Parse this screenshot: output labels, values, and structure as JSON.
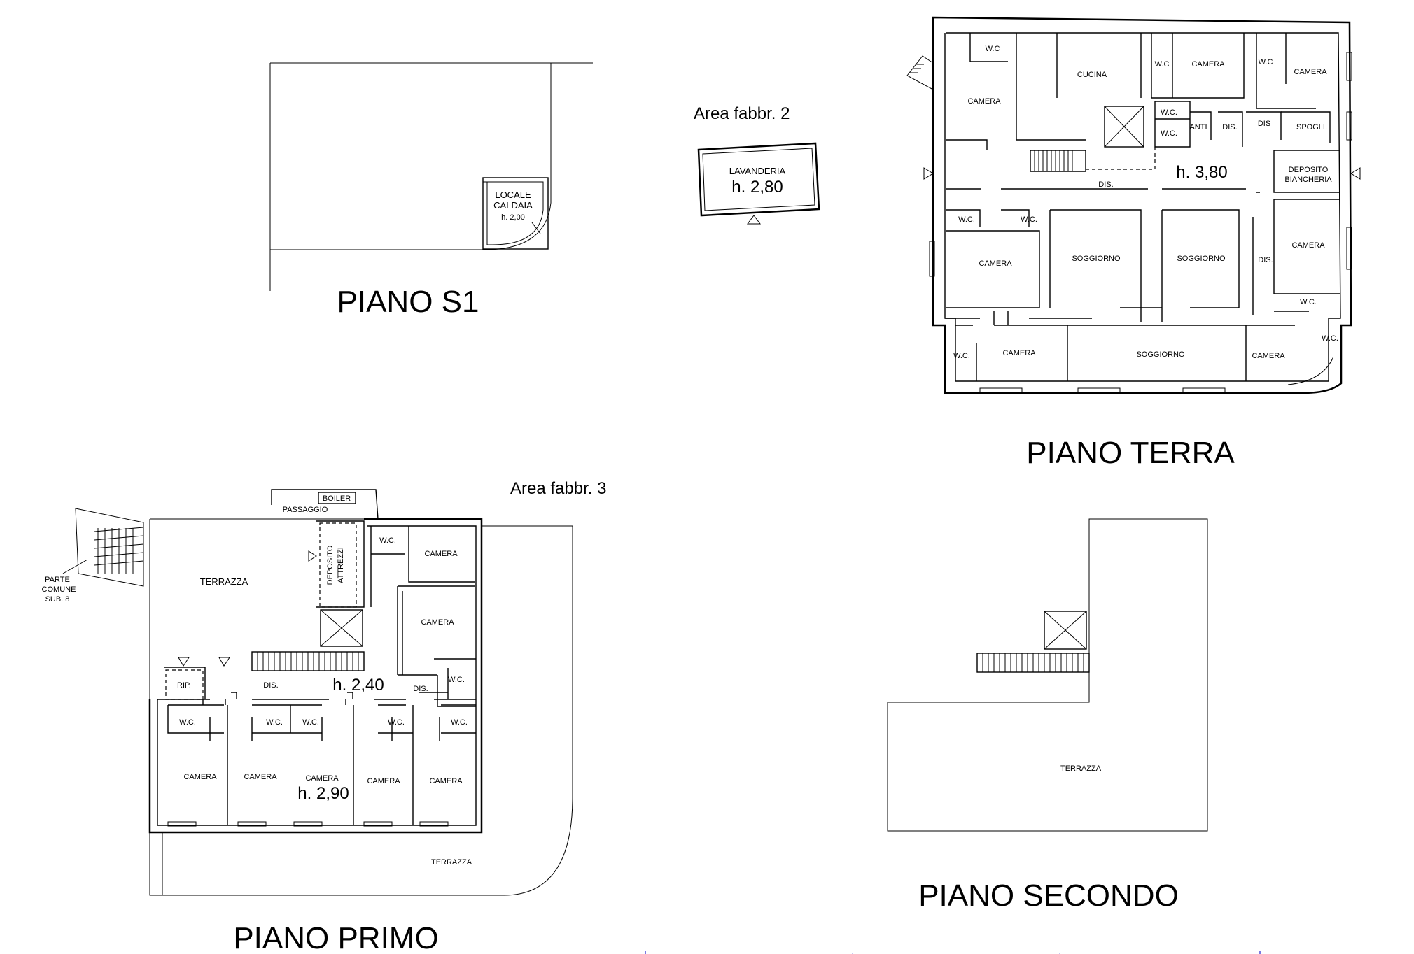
{
  "sections": {
    "s1": {
      "title": "PIANO S1",
      "local_name": "LOCALE\nCALDAIA",
      "local_height": "h. 2,00"
    },
    "fabbr2": {
      "label": "Area fabbr. 2",
      "room": "LAVANDERIA",
      "height": "h. 2,80"
    },
    "terra": {
      "title": "PIANO TERRA",
      "height": "h. 3,80",
      "rooms": {
        "wc_nw": "W.C",
        "camera_nw": "CAMERA",
        "cucina": "CUCINA",
        "wc_n2": "W.C",
        "camera_n": "CAMERA",
        "wc_ne": "W.C",
        "camera_ne": "CAMERA",
        "wc_s1": "W.C.",
        "wc_s2": "W.C.",
        "anti": "ANTI",
        "dis_a": "DIS.",
        "dis_b": "DIS",
        "spogl": "SPOGLI.",
        "deposito": "DEPOSITO",
        "biancheria": "BIANCHERIA",
        "dis_main": "DIS.",
        "wc_w1": "W.C.",
        "wc_w2": "W.C.",
        "camera_w": "CAMERA",
        "soggiorno_1": "SOGGIORNO",
        "soggiorno_2": "SOGGIORNO",
        "dis_e": "DIS.",
        "camera_e": "CAMERA",
        "wc_e": "W.C.",
        "wc_sw": "W.C.",
        "camera_s1": "CAMERA",
        "soggiorno_s": "SOGGIORNO",
        "camera_se": "CAMERA",
        "wc_se": "W.C."
      }
    },
    "fabbr3": {
      "label": "Area fabbr. 3"
    },
    "primo": {
      "title": "PIANO PRIMO",
      "height_dis": "h. 2,40",
      "height_camera": "h. 2,90",
      "rooms": {
        "boiler": "BOILER",
        "passaggio": "PASSAGGIO",
        "terrazza": "TERRAZZA",
        "deposito": "DEPOSITO",
        "attrezzi": "ATTREZZI",
        "wc_top": "W.C.",
        "camera_tr": "CAMERA",
        "camera_r": "CAMERA",
        "wc_r": "W.C.",
        "dis_r": "DIS.",
        "rip": "RIP.",
        "dis": "DIS.",
        "wc_1": "W.C.",
        "wc_2": "W.C.",
        "wc_3": "W.C.",
        "wc_4": "W.C.",
        "wc_5": "W.C.",
        "camera_1": "CAMERA",
        "camera_2": "CAMERA",
        "camera_3": "CAMERA",
        "camera_4": "CAMERA",
        "camera_5": "CAMERA",
        "terrazza_s": "TERRAZZA"
      },
      "common_1": "PARTE",
      "common_2": "COMUNE",
      "common_3": "SUB. 8"
    },
    "secondo": {
      "title": "PIANO SECONDO",
      "terrazza": "TERRAZZA"
    }
  }
}
